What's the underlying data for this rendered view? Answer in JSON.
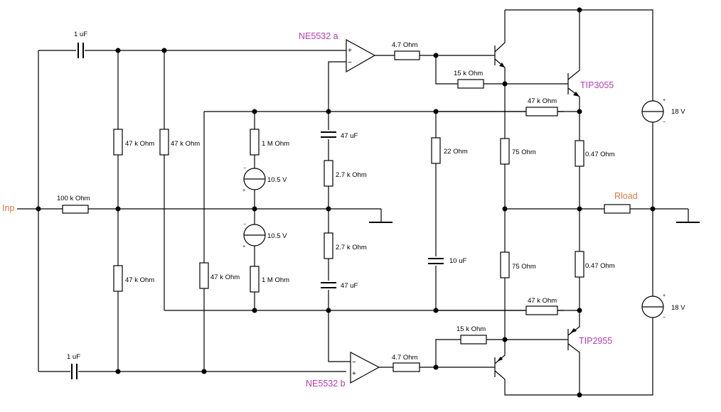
{
  "io": {
    "input": "Inp",
    "load": "Rload"
  },
  "opamps": {
    "a": "NE5532 a",
    "b": "NE5532 b"
  },
  "transistors": {
    "upper_power": "TIP3055",
    "lower_power": "TIP2955"
  },
  "capacitors": {
    "c_in_top": "1 uF",
    "c_in_bot": "1 uF",
    "c_fb_top": "47 uF",
    "c_fb_bot": "47 uF",
    "c_mid": "10 uF"
  },
  "resistors": {
    "r_in": "100 k Ohm",
    "r_bias_top_1": "47 k Ohm",
    "r_bias_top_2": "47 k Ohm",
    "r_bias_bot_1": "47 k Ohm",
    "r_bias_bot_2": "47 k Ohm",
    "r_ref_top": "1 M Ohm",
    "r_ref_bot": "1 M Ohm",
    "r_gain_top": "2.7 k Ohm",
    "r_gain_bot": "2.7 k Ohm",
    "r_zobel": "22  Ohm",
    "r_drv_top": "4.7  Ohm",
    "r_drv_bot": "4.7  Ohm",
    "r_base_top": "15 k Ohm",
    "r_base_bot": "15 k Ohm",
    "r_fb_top": "47 k Ohm",
    "r_fb_bot": "47 k Ohm",
    "r_emit_top": "75  Ohm",
    "r_emit_bot": "75  Ohm",
    "r_out_top": "0.47  Ohm",
    "r_out_bot": "0.47  Ohm"
  },
  "sources": {
    "v_ref_top": "10.5 V",
    "v_ref_bot": "10.5 V",
    "v_supply_top": "18  V",
    "v_supply_bot": "18  V"
  },
  "symbols": {
    "plus": "+",
    "minus": "−"
  }
}
